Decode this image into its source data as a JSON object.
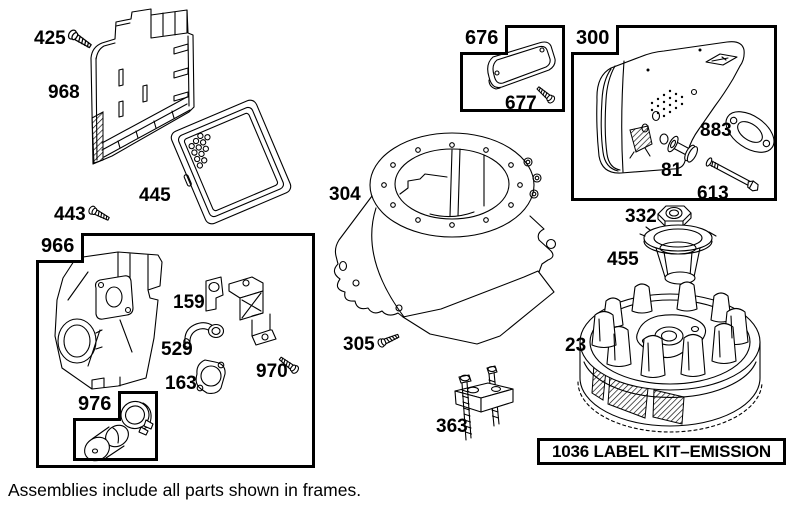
{
  "colors": {
    "ink": "#000000",
    "background": "#ffffff"
  },
  "footer": {
    "note": "Assemblies include all parts shown in frames."
  },
  "emission_box": {
    "label": "1036 LABEL KIT–EMISSION"
  },
  "frames": [
    {
      "id": "966",
      "label": "966"
    },
    {
      "id": "976",
      "label": "976"
    },
    {
      "id": "676",
      "label": "676"
    },
    {
      "id": "300",
      "label": "300"
    }
  ],
  "part_labels": {
    "p425": "425",
    "p968": "968",
    "p445": "445",
    "p443": "443",
    "p159": "159",
    "p529": "529",
    "p163": "163",
    "p970": "970",
    "p304": "304",
    "p305": "305",
    "p677": "677",
    "p883": "883",
    "p81": "81",
    "p613": "613",
    "p332": "332",
    "p455": "455",
    "p23": "23",
    "p363": "363"
  }
}
